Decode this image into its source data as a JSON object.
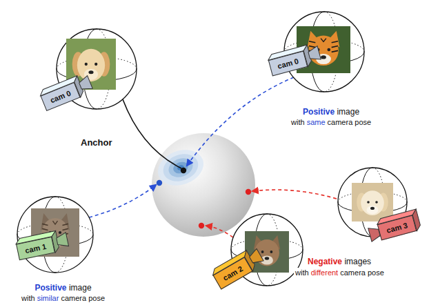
{
  "diagram": {
    "nodes": [
      {
        "text": [
          "Anchor"
        ]
      },
      {
        "text": [
          "cam 0"
        ]
      },
      {
        "text": [
          "Positive image",
          "with same camera pose"
        ]
      },
      {
        "text": [
          "cam 0"
        ]
      },
      {
        "text": [
          "Positive image",
          "with similar camera pose"
        ]
      },
      {
        "text": [
          "cam 1"
        ]
      },
      {
        "text": [
          "cam 3"
        ]
      },
      {
        "text": [
          "cam 2"
        ]
      }
    ],
    "labels": [
      "Negative images",
      "with different camera pose"
    ]
  }
}
